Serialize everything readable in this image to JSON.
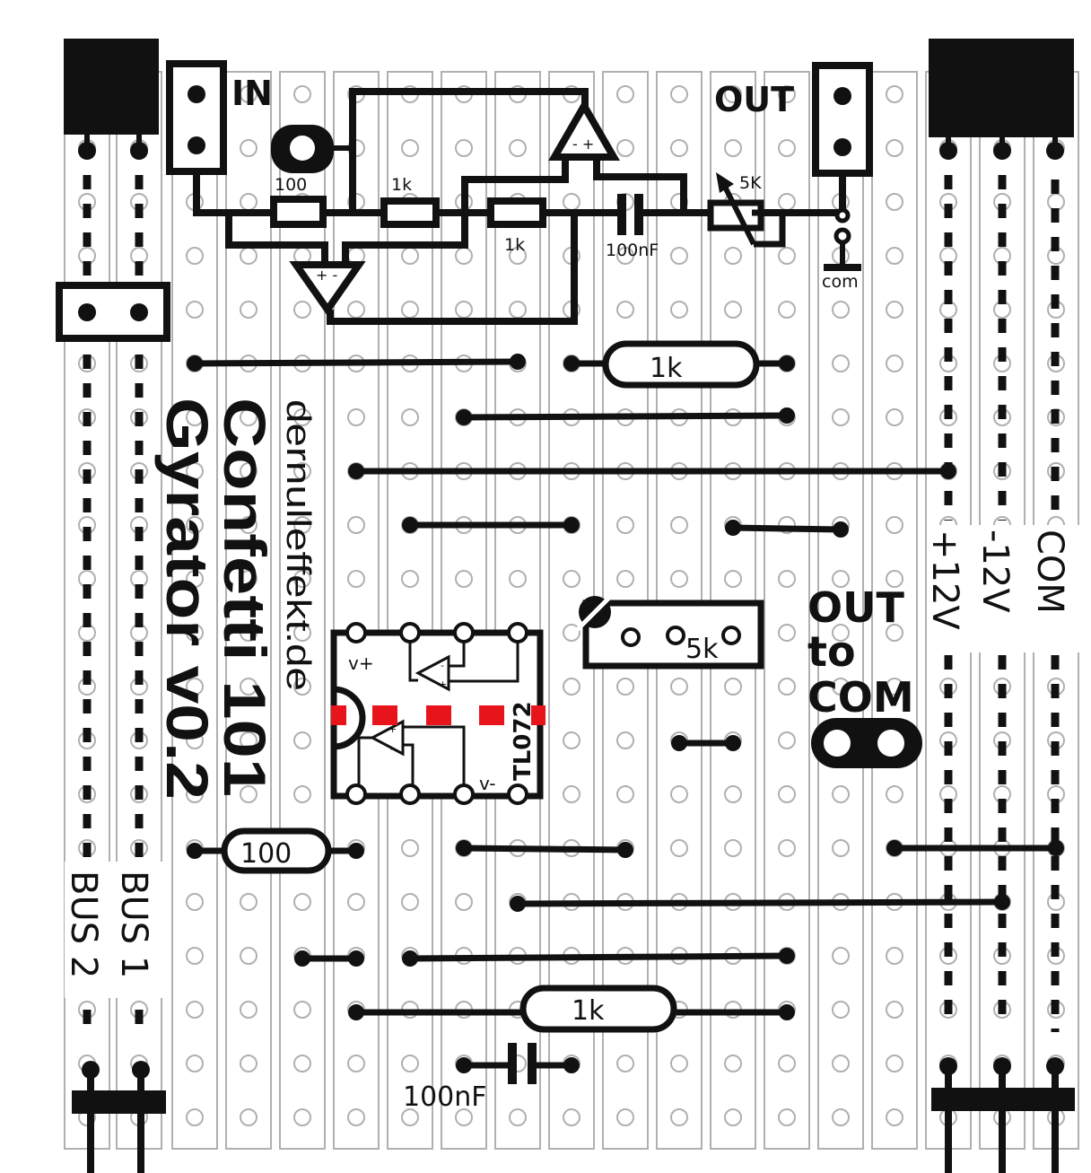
{
  "title": "Confetti 101",
  "subtitle": "Gyrator v0.2",
  "website": "dernulleffekt.de",
  "connectors": {
    "input": "IN",
    "output": "OUT",
    "com_label": "com",
    "out_to_com": [
      "OUT",
      "to",
      "COM"
    ]
  },
  "schematic": {
    "r_input": "100",
    "r_top": "1k",
    "r_mid": "1k",
    "cap": "100nF",
    "pot": "5K",
    "opamp_a_pins": "+ -",
    "opamp_b_pins": "- +"
  },
  "board": {
    "r1k_row6": "1k",
    "trimmer": "5k",
    "ic_name": "TL072",
    "ic_vplus": "v+",
    "ic_vminus": "v-",
    "ic_pin_plus": "+",
    "ic_pin_minus": "-",
    "r100_row15": "100",
    "r1k_row18": "1k",
    "cap_row19": "100nF"
  },
  "buses": {
    "left": [
      "BUS 2",
      "BUS 1"
    ],
    "right": [
      "+12V",
      "-12V",
      "COM"
    ]
  },
  "colors": {
    "ink": "#111111",
    "strip": "#b0b0b0",
    "cut": "#e8141c"
  }
}
